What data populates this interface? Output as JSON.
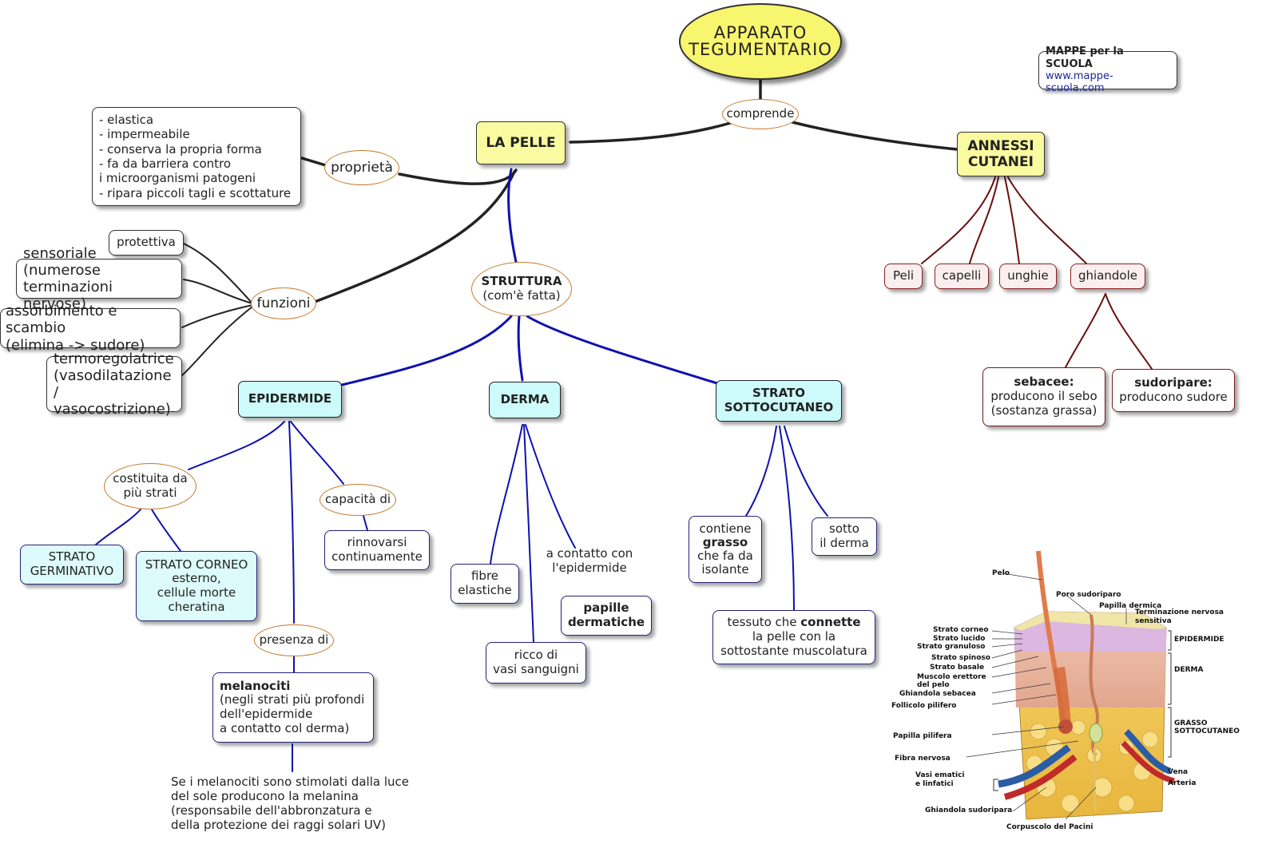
{
  "title": [
    "APPARATO",
    "TEGUMENTARIO"
  ],
  "credit": {
    "name": "MAPPE per la SCUOLA",
    "url": "www.mappe-scuola.com"
  },
  "links": {
    "comprende": "comprende",
    "proprieta": "proprietà",
    "funzioni": "funzioni",
    "struttura_title": "STRUTTURA",
    "struttura_sub": "(com'è fatta)",
    "costituita": [
      "costituita da",
      "più strati"
    ],
    "capacita": "capacità di",
    "presenza": "presenza di"
  },
  "main": {
    "pelle": "LA PELLE",
    "annessi": [
      "ANNESSI",
      "CUTANEI"
    ]
  },
  "proprieta_list": [
    "- elastica",
    "- impermeabile",
    "- conserva la propria forma",
    "- fa da barriera contro",
    "i microorganismi patogeni",
    "- ripara piccoli tagli e scottature"
  ],
  "funzioni": {
    "protettiva": "protettiva",
    "sensoriale": [
      "sensoriale (numerose",
      "terminazioni nervose)"
    ],
    "assorbimento": [
      "assorbimento e scambio",
      "(elimina -> sudore)"
    ],
    "termo": [
      "termoregolatrice",
      "(vasodilatazione /",
      "vasocostrizione)"
    ]
  },
  "annessi_items": [
    "Peli",
    "capelli",
    "unghie",
    "ghiandole"
  ],
  "ghiandole": {
    "sebacee_title": "sebacee:",
    "sebacee_text": [
      "producono il sebo",
      "(sostanza grassa)"
    ],
    "sudoripare_title": "sudoripare:",
    "sudoripare_text": "producono sudore"
  },
  "layers": {
    "epidermide": "EPIDERMIDE",
    "derma": "DERMA",
    "sottocutaneo": [
      "STRATO",
      "SOTTOCUTANEO"
    ]
  },
  "epidermide": {
    "germinativo": [
      "STRATO",
      "GERMINATIVO"
    ],
    "corneo": [
      "STRATO CORNEO",
      "esterno,",
      "cellule morte",
      "cheratina"
    ],
    "rinnovarsi": [
      "rinnovarsi",
      "continuamente"
    ],
    "melanociti_title": "melanociti",
    "melanociti_text": [
      "(negli strati più profondi",
      "dell'epidermide",
      "a contatto col derma)"
    ],
    "note": [
      "Se i melanociti sono stimolati dalla luce",
      "del sole producono la melanina",
      "(responsabile dell'abbronzatura e",
      "della protezione dei raggi solari UV)"
    ]
  },
  "derma": {
    "fibre": [
      "fibre",
      "elastiche"
    ],
    "contatto": [
      "a contatto con",
      "l'epidermide"
    ],
    "papille": [
      "papille",
      "dermatiche"
    ],
    "vasi": [
      "ricco di",
      "vasi sanguigni"
    ]
  },
  "sottocutaneo": {
    "grasso": [
      "contiene",
      "grasso",
      "che fa da",
      "isolante"
    ],
    "sotto": [
      "sotto",
      "il derma"
    ],
    "tessuto_pre": "tessuto che ",
    "tessuto_bold": "connette",
    "tessuto_rest": [
      "la pelle con la",
      "sottostante muscolatura"
    ]
  },
  "anatomy_labels": {
    "left": [
      "Pelo",
      "Strato corneo",
      "Strato lucido",
      "Strato granuloso",
      "Strato spinoso",
      "Strato basale",
      "Muscolo erettore",
      "del pelo",
      "Ghiandola sebacea",
      "Follicolo pilifero",
      "Papilla pilifera",
      "Fibra nervosa",
      "Vasi ematici",
      "e linfatici",
      "Ghiandola sudoripara",
      "Corpuscolo del Pacini"
    ],
    "top": [
      "Poro sudoriparo",
      "Papilla dermica",
      "Terminazione nervosa",
      "sensitiva"
    ],
    "right": [
      "EPIDERMIDE",
      "DERMA",
      "GRASSO",
      "SOTTOCUTANEO",
      "Vena",
      "Arteria"
    ]
  },
  "colors": {
    "black_link": "#222222",
    "blue_link": "#1010b0",
    "brown_link": "#6a1010",
    "title_fill": "#f8f56e",
    "main_fill": "#fafaa0",
    "layer_fill": "#cdfbfb",
    "annessi_fill": "#fbeeee",
    "oval_border": "#c57a2c"
  }
}
